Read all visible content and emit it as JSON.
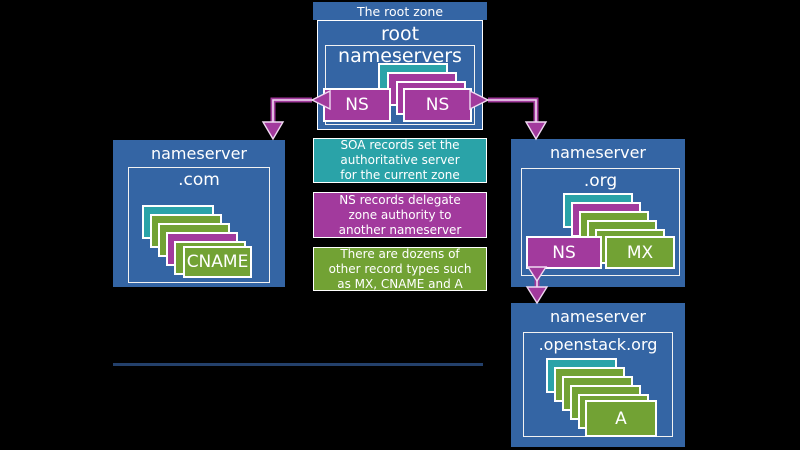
{
  "colors": {
    "blue": "#3465a4",
    "teal": "#2aa3a8",
    "magenta": "#a23a9d",
    "green": "#72a234",
    "white": "#ffffff",
    "divider": "#23406b",
    "arrow_core": "#f0d9f2"
  },
  "root": {
    "zone_tag": "The root zone",
    "title": "root nameservers",
    "dot": ".",
    "ns_left": "NS",
    "ns_right": "NS",
    "back_cards": [
      "teal",
      "magenta",
      "magenta"
    ]
  },
  "legend": [
    {
      "color": "teal",
      "text": "SOA records set the\nauthoritative server\nfor the current zone"
    },
    {
      "color": "magenta",
      "text": "NS records delegate\nzone authority to\nanother nameserver"
    },
    {
      "color": "green",
      "text": "There are dozens of\nother record types such\nas MX, CNAME and A"
    }
  ],
  "com": {
    "title": "nameserver",
    "zone": ".com",
    "record": "CNAME",
    "back_cards": [
      "teal",
      "green",
      "green",
      "magenta",
      "green"
    ]
  },
  "org": {
    "title": "nameserver",
    "zone": ".org",
    "ns_record": "NS",
    "mx_record": "MX",
    "back_cards": [
      "teal",
      "magenta",
      "green",
      "green",
      "green"
    ]
  },
  "openstack": {
    "title": "nameserver",
    "zone": ".openstack.org",
    "record": "A",
    "back_cards": [
      "teal",
      "green",
      "green",
      "green",
      "green"
    ]
  }
}
